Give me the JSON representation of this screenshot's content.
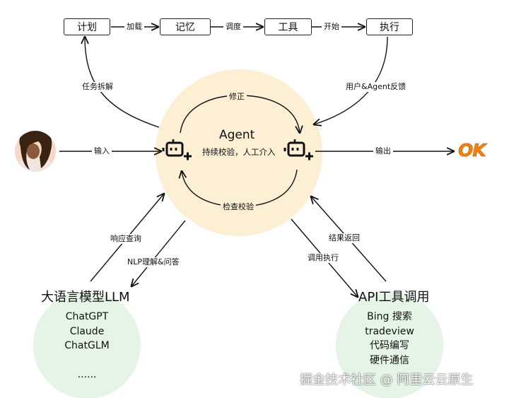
{
  "flow": {
    "plan": "计划",
    "memory": "记忆",
    "tools": "工具",
    "execute": "执行",
    "load": "加载",
    "schedule": "调度",
    "start": "开始"
  },
  "edges": {
    "task_decompose": "任务拆解",
    "user_agent_feedback": "用户&Agent反馈",
    "input": "输入",
    "output": "输出",
    "revise": "修正",
    "check": "检查校验",
    "response_query": "响应查询",
    "nlp": "NLP理解&问答",
    "call_execute": "调用执行",
    "result_return": "结果返回"
  },
  "agent": {
    "title": "Agent",
    "subtitle": "持续校验，人工介入"
  },
  "result": "OK",
  "llm": {
    "title": "大语言模型LLM",
    "items": [
      "ChatGPT",
      "Claude",
      "ChatGLM",
      "",
      "......"
    ]
  },
  "api": {
    "title": "API工具调用",
    "items": [
      "Bing 搜索",
      "tradeview",
      "代码编写",
      "硬件通信"
    ]
  },
  "watermark": "掘金技术社区 @ 阿里云云原生",
  "colors": {
    "agent_circle": "#fcefd4",
    "green_circle": "#e5f4e6",
    "ok": "#f48010",
    "line": "#111111"
  },
  "icons": [
    "robot-icon",
    "user-avatar-icon"
  ]
}
